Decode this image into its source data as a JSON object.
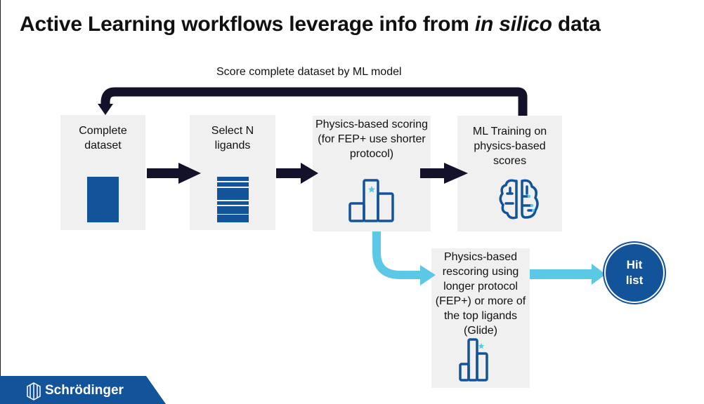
{
  "title": {
    "prefix": "Active Learning workflows leverage info from ",
    "italic": "in silico",
    "suffix": " data"
  },
  "loop_label": "Score complete dataset by ML model",
  "steps": [
    {
      "label": "Complete dataset",
      "icon": "dataset-icon"
    },
    {
      "label": "Select N ligands",
      "icon": "ligand-list-icon"
    },
    {
      "label": "Physics-based scoring (for FEP+ use shorter protocol)",
      "icon": "podium-chart-icon"
    },
    {
      "label": "ML Training on physics-based scores",
      "icon": "brain-icon"
    },
    {
      "label": "Physics-based rescoring using longer protocol (FEP+) or more of the top ligands (Glide)",
      "icon": "podium-chart-icon"
    }
  ],
  "result": "Hit list",
  "brand": "Schrödinger",
  "colors": {
    "dark_arrow": "#14122a",
    "cyan_arrow": "#5bc8e6",
    "blue": "#12539a",
    "box_bg": "#f0f0f0"
  }
}
